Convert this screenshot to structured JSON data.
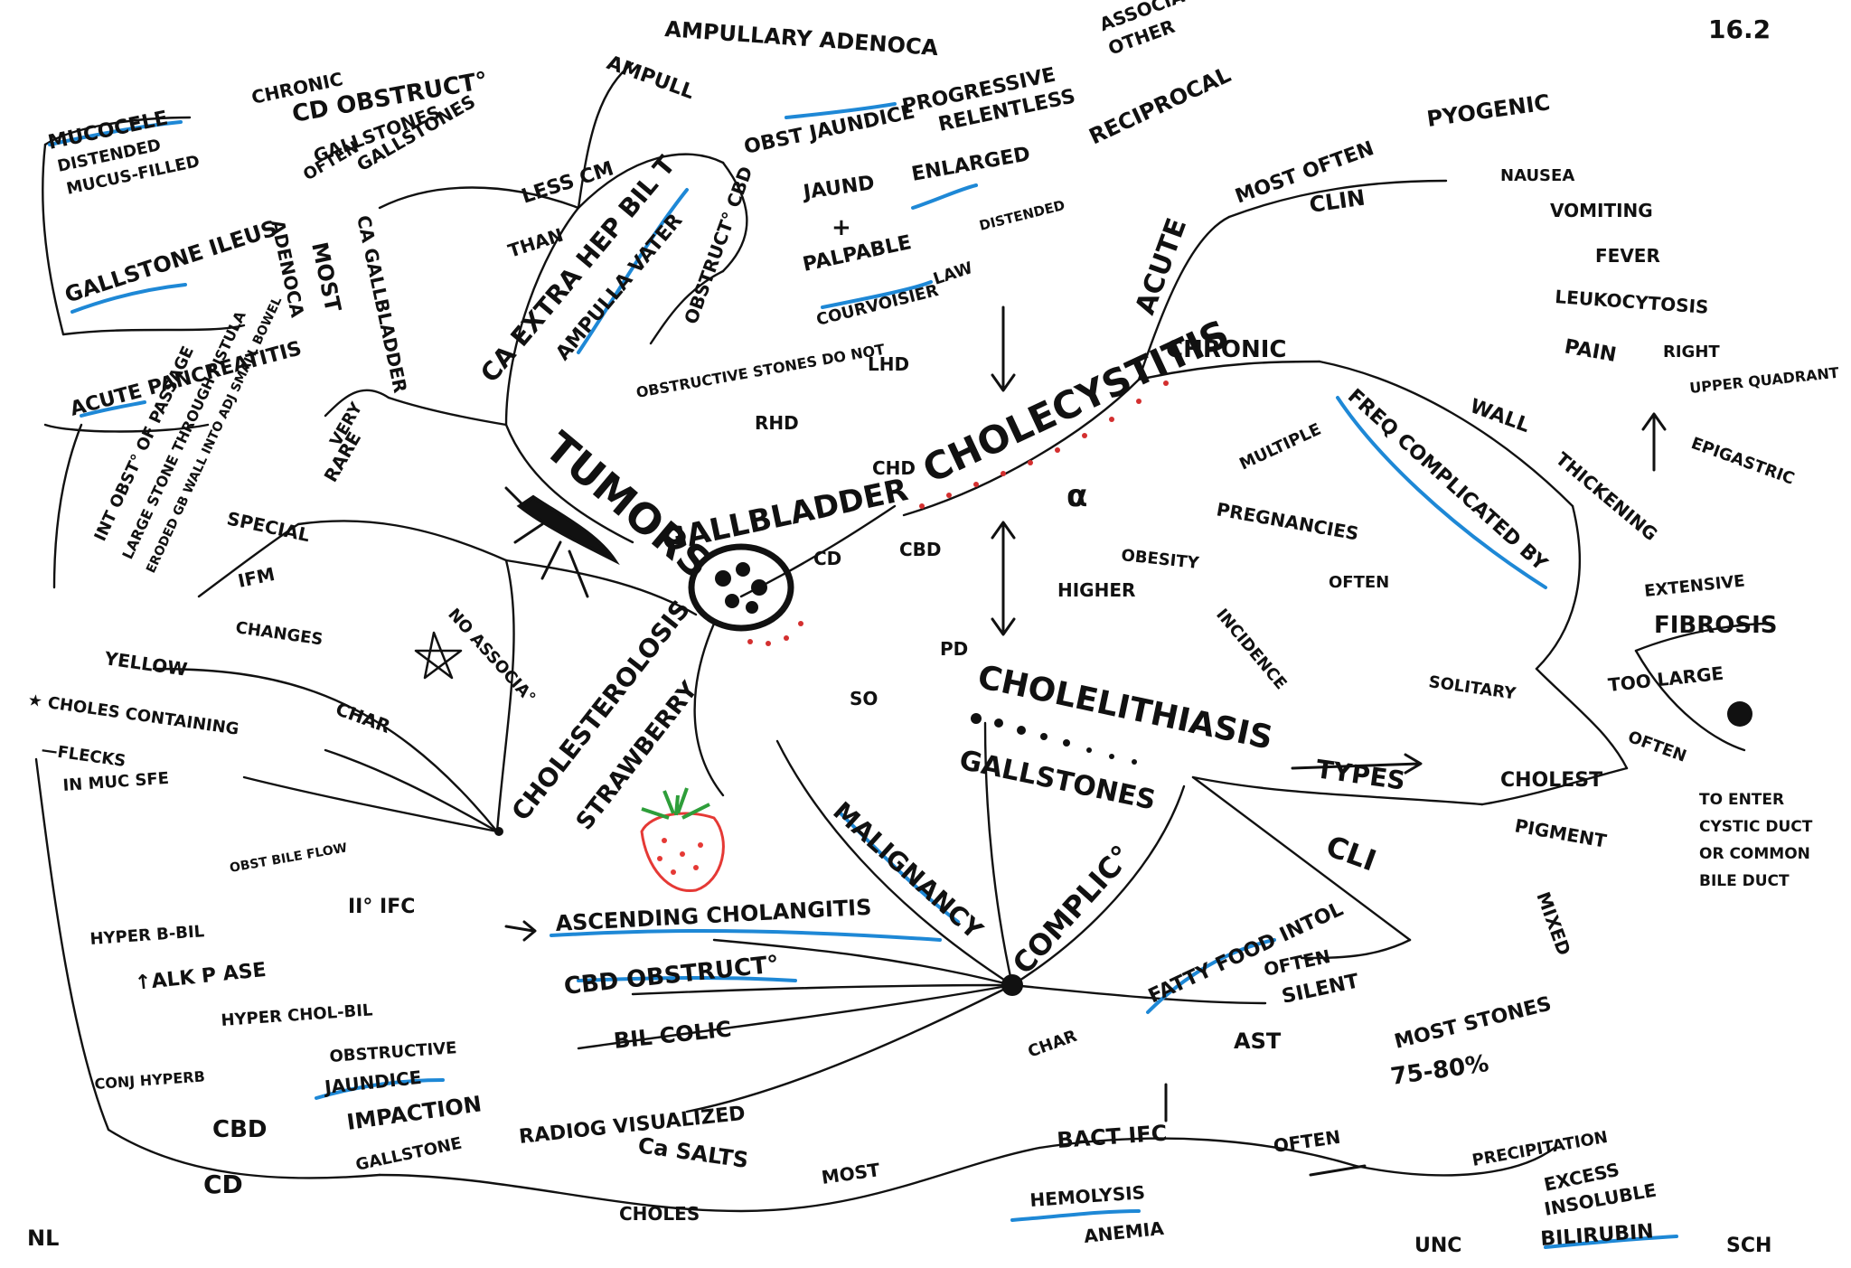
{
  "page": {
    "number": "16.2",
    "signature_left": "NL",
    "signature_right": "SCH"
  },
  "colors": {
    "ink": "#111111",
    "highlight": "#1e88d6",
    "dots": "#d32f2f",
    "strawberry_red": "#e53935",
    "leaf_green": "#2e9e3a"
  },
  "center": {
    "gallbladder": "GALLBLADDER",
    "tumors": "TUMORS",
    "cholesterolosis": "CHOLESTEROLOSIS",
    "strawberry": "STRAWBERRY",
    "cholecystitis": "CHOLECYSTITIS",
    "cholelithiasis": "CHOLELITHIASIS",
    "gallstones": "GALLSTONES",
    "complic": "COMPLIC°",
    "malignancy": "MALIGNANCY",
    "alpha": "α"
  },
  "ducts": {
    "cd": "CD",
    "cbd": "CBD",
    "chd": "CHD",
    "lhd": "LHD",
    "rhd": "RHD",
    "pd": "PD",
    "so": "SO"
  },
  "tumors_branch": {
    "ampulla_adeno": "AMPULLARY ADENOCA",
    "ampull": "AMPULL",
    "obst_jaundice": "OBST JAUNDICE",
    "progressive": "PROGRESSIVE",
    "relentless": "RELENTLESS",
    "jaund": "JAUND",
    "plus": "+",
    "enlarged": "ENLARGED",
    "distended": "DISTENDED",
    "palpable": "PALPABLE",
    "courvoisier": "COURVOISIER",
    "law": "LAW",
    "obst_cbd": "OBSTRUCT° CBD",
    "obst_stones_do_not": "OBSTRUCTIVE STONES DO NOT",
    "less_cm": "LESS CM",
    "than": "THAN",
    "ca_extra": "CA EXTRA HEP BIL T",
    "ampulla_vater": "AMPULLA VATER",
    "most": "MOST",
    "ca_gallbladder": "CA GALLBLADDER",
    "adenoca": "ADENOCA",
    "often": "OFTEN",
    "gallstones": "GALLSTONES",
    "rare": "RARE",
    "very": "VERY"
  },
  "left_top": {
    "mucocele": "MUCOCELE",
    "distended": "DISTENDED",
    "mucus_filled": "MUCUS-FILLED",
    "chronic": "CHRONIC",
    "cd_obst": "CD OBSTRUCT°",
    "gallstones": "GALLSTONES",
    "gallstone_ileus": "GALLSTONE ILEUS",
    "acute_panc": "ACUTE PANCREATITIS",
    "int_obst": "INT OBST° OF PASSAGE",
    "large_stone": "LARGE STONE THROUGH FISTULA",
    "eroded": "ERODED GB WALL INTO ADJ SMALL BOWEL"
  },
  "cholesterolosis_branch": {
    "special": "SPECIAL",
    "ifm": "IFM",
    "changes": "CHANGES",
    "no_assoc": "NO ASSOCIA°",
    "yellow": "YELLOW",
    "char": "CHAR",
    "chol_containing": "★ CHOLES CONTAINING",
    "flecks": "—FLECKS",
    "in_muc": "IN MUC SFE"
  },
  "complic_left": {
    "obst_bile_flow": "OBST BILE FLOW",
    "ii_ifc": "II° IFC",
    "hyper_b_bil": "HYPER B-BIL",
    "alk_p": "↑ALK P ASE",
    "ascending": "ASCENDING CHOLANGITIS",
    "cbd_obst": "CBD OBSTRUCT°",
    "hyper_chol": "HYPER CHOL-BIL",
    "obstructive": "OBSTRUCTIVE",
    "conj_hyperb": "CONJ HYPERB",
    "jaundice": "JAUNDICE",
    "bil_colic": "BIL COLIC",
    "impaction": "IMPACTION",
    "cbd": "CBD",
    "cd": "CD",
    "gallstone": "GALLSTONE"
  },
  "complic_bottom": {
    "radiog": "RADIOG VISUALIZED",
    "ca_salts": "Ca SALTS",
    "most": "MOST",
    "choles": "CHOLES",
    "bact_ifc": "BACT IFC",
    "hemolysis": "HEMOLYSIS",
    "anemia": "ANEMIA",
    "often": "OFTEN",
    "precipitation": "PRECIPITATION",
    "excess": "EXCESS",
    "insoluble": "INSOLUBLE",
    "bilirubin": "BILIRUBIN",
    "unc": "UNC"
  },
  "types": {
    "types": "TYPES",
    "cli": "CLI",
    "cholest": "CHOLEST",
    "pigment": "PIGMENT",
    "mixed": "MIXED",
    "solitary": "SOLITARY",
    "too_large": "TOO LARGE",
    "often": "OFTEN",
    "to_enter": "TO ENTER CYSTIC DUCT OR COMMON BILE DUCT",
    "char": "CHAR",
    "fatty": "FATTY FOOD INTOL",
    "often2": "OFTEN",
    "silent": "SILENT",
    "ast": "AST",
    "most_stones": "MOST STONES",
    "percent": "75-80%"
  },
  "cholecystitis_branch": {
    "reciprocal": "RECIPROCAL",
    "association": "ASSOCIA° = EACH PREDISPOSES THE OTHER",
    "acute": "ACUTE",
    "chronic": "CHRONIC",
    "most_often": "MOST OFTEN",
    "pyogenic": "PYOGENIC",
    "clin": "CLIN",
    "nausea": "NAUSEA",
    "vomiting": "VOMITING",
    "fever": "FEVER",
    "leukocytosis": "LEUKOCYTOSIS",
    "pain": "PAIN",
    "right": "RIGHT",
    "upper_quadrant": "UPPER QUADRANT",
    "epigastric": "EPIGASTRIC",
    "wall": "WALL",
    "thickening": "THICKENING",
    "freq": "FREQ COMPLICATED BY",
    "extensive": "EXTENSIVE",
    "fibrosis": "FIBROSIS",
    "multiple": "MULTIPLE",
    "pregnancies": "PREGNANCIES",
    "obesity": "OBESITY",
    "higher": "HIGHER",
    "often": "OFTEN",
    "incidence": "INCIDENCE"
  }
}
